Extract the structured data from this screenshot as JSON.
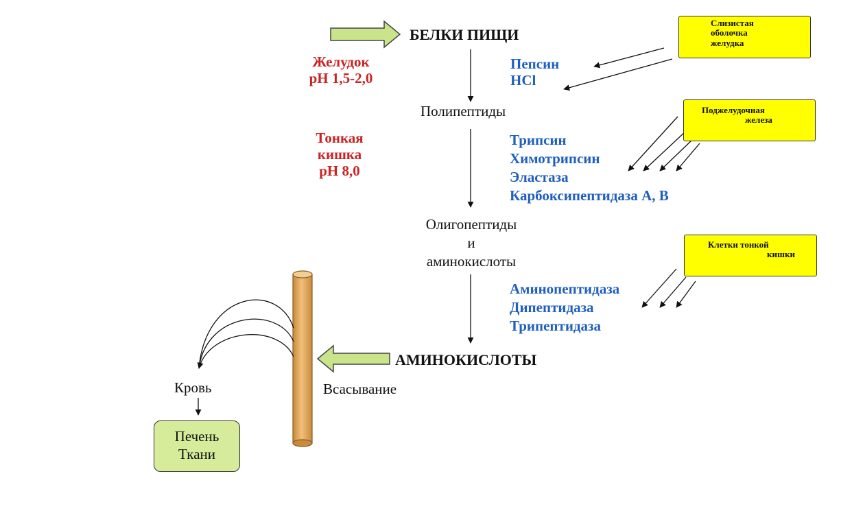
{
  "top": {
    "title": "БЕЛКИ ПИЩИ"
  },
  "stomach": {
    "line1": "Желудок",
    "line2": "pH 1,5-2,0"
  },
  "stomach_enzymes": [
    "Пепсин",
    "HCl"
  ],
  "mucosa_box": {
    "lines": [
      "Слизистая",
      "оболочка",
      "желудка"
    ]
  },
  "step_polypeptides": "Полипептиды",
  "small_intestine": {
    "line1": "Тонкая",
    "line2": "кишка",
    "line3": "pH 8,0"
  },
  "pancreas_box": {
    "lines": [
      "Поджелудочная",
      "железа"
    ]
  },
  "pancreas_enzymes": [
    "Трипсин",
    "Химотрипсин",
    "Эластаза",
    "Карбоксипептидаза А, В"
  ],
  "step_oligo": {
    "line1": "Олигопептиды",
    "line2": "и",
    "line3": "аминокислоты"
  },
  "intestine_cells_box": {
    "lines": [
      "Клетки тонкой",
      "кишки"
    ]
  },
  "intestine_enzymes": [
    "Аминопептидаза",
    "Дипептидаза",
    "Трипептидаза"
  ],
  "bottom": {
    "title": "АМИНОКИСЛОТЫ",
    "absorption": "Всасывание",
    "blood": "Кровь"
  },
  "liver_box": {
    "line1": "Печень",
    "line2": "Ткани"
  },
  "colors": {
    "red_text": "#cc2222",
    "blue_text": "#1f5fbf",
    "yellow_box": "#ffff00",
    "green_arrow": "#c9e48a",
    "green_box": "#d6ec9b",
    "tube": "#e0a75a"
  }
}
